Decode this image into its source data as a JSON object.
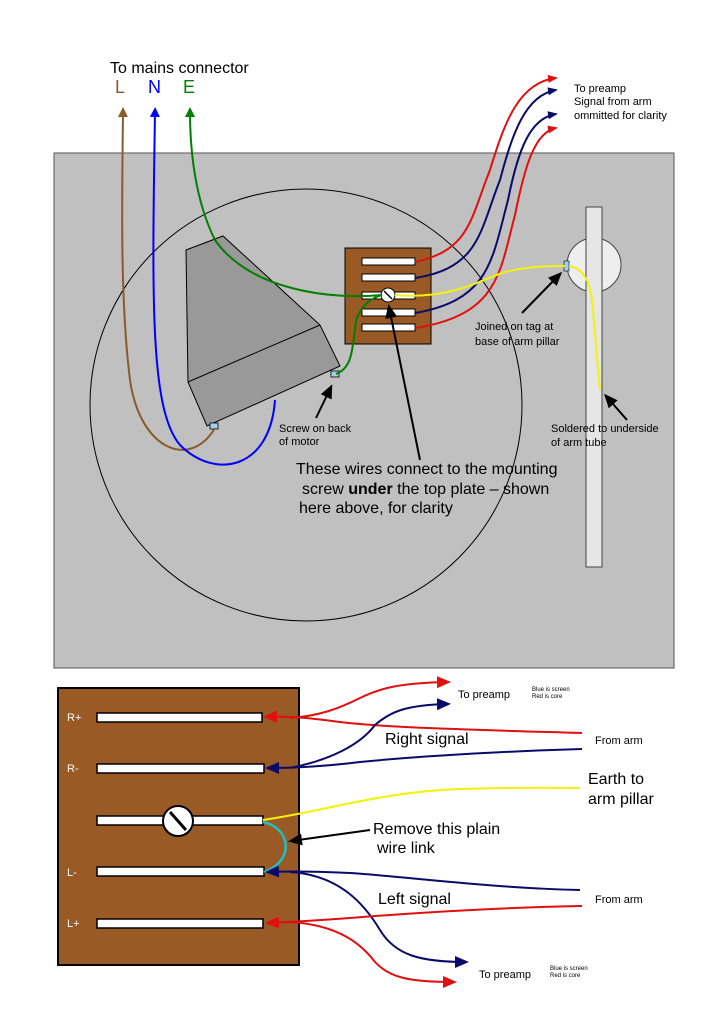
{
  "mains": {
    "title": "To mains connector",
    "live": "L",
    "neutral": "N",
    "earth": "E"
  },
  "top_view": {
    "preamp_note": [
      "To preamp",
      "Signal from arm",
      "ommitted for clarity"
    ],
    "tag_note": [
      "Joined on tag at",
      "base of arm pillar"
    ],
    "motor_note": [
      "Screw on back",
      "of motor"
    ],
    "arm_note": [
      "Soldered to underside",
      "of arm tube"
    ],
    "main_note": [
      "These wires connect to the mounting",
      "screw",
      "under",
      "the top plate – shown",
      "here above, for clarity"
    ]
  },
  "bottom_view": {
    "terminals": [
      "R+",
      "R-",
      "L-",
      "L+"
    ],
    "top_preamp": "To preamp",
    "top_legend": [
      "Blue is screen",
      "Red is core"
    ],
    "right_signal": "Right signal",
    "from_arm_top": "From arm",
    "earth_label": [
      "Earth to",
      "arm pillar"
    ],
    "remove_label": [
      "Remove this plain",
      "wire link"
    ],
    "left_signal": "Left signal",
    "from_arm_bottom": "From arm",
    "bottom_preamp": "To preamp",
    "bottom_legend": [
      "Blue is screen",
      "Red is core"
    ]
  },
  "colors": {
    "live": "#8b5a2b",
    "neutral": "#0000ff",
    "earth": "#008000",
    "red_wire": "#e01010",
    "navy_wire": "#0a0a6a",
    "yellow_wire": "#f2f20a",
    "link": "#20c0c0",
    "plate": "#c0c0c0",
    "tag_board": "#9a5a25"
  }
}
